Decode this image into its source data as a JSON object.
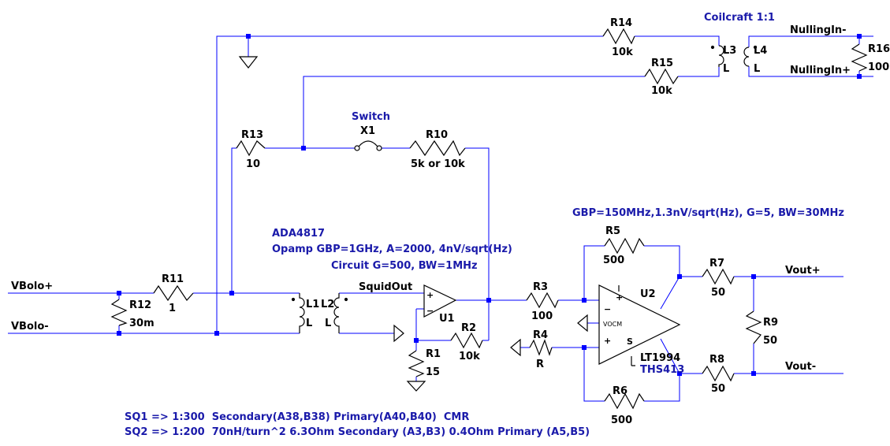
{
  "nets": {
    "vbolo_plus": "VBolo+",
    "vbolo_minus": "VBolo-",
    "squid_out": "SquidOut",
    "vout_plus": "Vout+",
    "vout_minus": "Vout-",
    "nulling_minus": "NullingIn-",
    "nulling_plus": "NullingIn+"
  },
  "components": {
    "R1": {
      "ref": "R1",
      "value": "15"
    },
    "R2": {
      "ref": "R2",
      "value": "10k"
    },
    "R3": {
      "ref": "R3",
      "value": "100"
    },
    "R4": {
      "ref": "R4",
      "value": "R"
    },
    "R5": {
      "ref": "R5",
      "value": "500"
    },
    "R6": {
      "ref": "R6",
      "value": "500"
    },
    "R7": {
      "ref": "R7",
      "value": "50"
    },
    "R8": {
      "ref": "R8",
      "value": "50"
    },
    "R9": {
      "ref": "R9",
      "value": "50"
    },
    "R10": {
      "ref": "R10",
      "value": "5k or 10k"
    },
    "R11": {
      "ref": "R11",
      "value": "1"
    },
    "R12": {
      "ref": "R12",
      "value": "30m"
    },
    "R13": {
      "ref": "R13",
      "value": "10"
    },
    "R14": {
      "ref": "R14",
      "value": "10k"
    },
    "R15": {
      "ref": "R15",
      "value": "10k"
    },
    "R16": {
      "ref": "R16",
      "value": "100"
    },
    "L1": {
      "ref": "L1",
      "value": "L"
    },
    "L2": {
      "ref": "L2",
      "value": "L"
    },
    "L3": {
      "ref": "L3",
      "value": "L"
    },
    "L4": {
      "ref": "L4",
      "value": "L"
    },
    "X1": {
      "ref": "X1",
      "value": "Switch"
    },
    "U1": {
      "ref": "U1"
    },
    "U2": {
      "ref": "U2",
      "model1": "LT1994",
      "model2": "THS413",
      "vocm_label": "VOCM"
    }
  },
  "notes": {
    "coilcraft": "Coilcraft 1:1",
    "ada_part": "ADA4817",
    "ada_spec": "Opamp GBP=1GHz, A=2000, 4nV/sqrt(Hz)",
    "ada_circuit": "Circuit G=500, BW=1MHz",
    "diff_spec": "GBP=150MHz,1.3nV/sqrt(Hz), G=5, BW=30MHz",
    "sq1": "SQ1 => 1:300  Secondary(A38,B38) Primary(A40,B40)  CMR",
    "sq2": "SQ2 => 1:200  70nH/turn^2 6.3Ohm Secondary (A3,B3) 0.4Ohm Primary (A5,B5)"
  },
  "colors": {
    "wire": "#0000ff",
    "component": "#000000",
    "note_text": "#1a1aaa"
  }
}
